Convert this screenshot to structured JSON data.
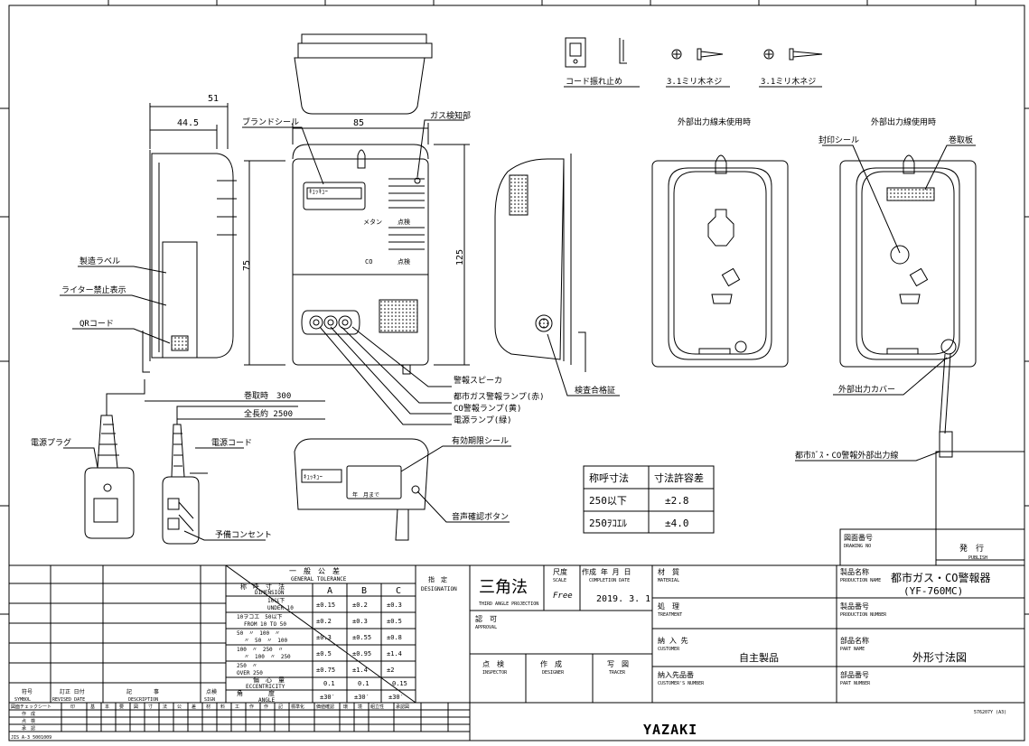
{
  "callouts": {
    "brand_seal": "ブランドシール",
    "gas_detector": "ガス検知部",
    "mfg_label": "製造ラベル",
    "lighter_ban": "ライター禁止表示",
    "qr_code": "QRコード",
    "alarm_speaker": "警報スピーカ",
    "city_gas_lamp": "都市ガス警報ランプ(赤)",
    "co_lamp": "CO警報ランプ(黄)",
    "power_lamp": "電源ランプ(緑)",
    "inspection_cert": "検査合格証",
    "power_cord": "電源コード",
    "power_plug": "電源プラグ",
    "spare_outlet": "予備コンセント",
    "expiry_seal": "有効期限シール",
    "sound_check": "音声確認ボタン",
    "output_cover": "外部出力カバー",
    "output_line": "都市ｶﾞｽ・CO警報外部出力線",
    "seal": "封印シール",
    "reel_plate": "巻取板",
    "methane": "メタン",
    "co": "CO",
    "lit": "点検",
    "reel_len": "巻取時　300",
    "total_len": "全長約 2500"
  },
  "accessories": {
    "cord_stopper": "コード振れ止め",
    "screw1": "3.1ミリ木ネジ",
    "screw2": "3.1ミリ木ネジ"
  },
  "views": {
    "unused": "外部出力線未使用時",
    "used": "外部出力線使用時"
  },
  "dims": {
    "d51": "51",
    "d445": "44.5",
    "d85": "85",
    "d75": "75",
    "d125": "125"
  },
  "product_label": {
    "brand": "ｷｭｯｷｭｰ",
    "exp": "年　月まで"
  },
  "tolerance_small": {
    "h1": "称呼寸法",
    "h2": "寸法許容差",
    "r1c1": "250以下",
    "r1c2": "±2.8",
    "r2c1": "250ｦｺｴﾙ",
    "r2c2": "±4.0"
  },
  "general_tol": {
    "title": "一　般　公　差",
    "title_en": "GENERAL TOLERANCE",
    "dim_jp": "称　呼　寸　法",
    "dim_en": "DIMENSION",
    "col_a": "A",
    "col_b": "B",
    "col_c": "C",
    "rows": [
      {
        "l1": "10以下",
        "l2": "UNDER 10",
        "a": "±0.15",
        "b": "±0.2",
        "c": "±0.3"
      },
      {
        "l1": "10ヲコエ　50以下",
        "l2": "FROM 10 TO 50",
        "a": "±0.2",
        "b": "±0.3",
        "c": "±0.5"
      },
      {
        "l1": "50　〃　100　〃",
        "l2": "〃　50　〃　100",
        "a": "±0.3",
        "b": "±0.55",
        "c": "±0.8"
      },
      {
        "l1": "100　〃　250　〃",
        "l2": "〃　100　〃　250",
        "a": "±0.5",
        "b": "±0.95",
        "c": "±1.4"
      },
      {
        "l1": "250　〃",
        "l2": "OVER 250",
        "a": "±0.75",
        "b": "±1.4",
        "c": "±2"
      }
    ],
    "ecc_jp": "偏　心　量",
    "ecc_en": "ECCENTRICITY",
    "ecc_a": "0.1",
    "ecc_b": "0.1",
    "ecc_c": "0.15",
    "ang_jp": "角　　　　度",
    "ang_en": "ANGLE",
    "ang_a": "±30′",
    "ang_b": "±30′",
    "ang_c": "±30′",
    "desig_jp": "指　定",
    "desig_en": "DESIGNATION"
  },
  "rev_footer": {
    "no": "符号",
    "no_en": "SYMBOL",
    "date": "訂正 日付",
    "date_en": "REVISED DATE",
    "desc": "記　　　　事",
    "desc_en": "DESCRIPTION",
    "sign": "点検",
    "sign_en": "SIGN"
  },
  "check_sheet": {
    "r1": [
      "図面チェックシート",
      "印",
      "基",
      "本",
      "要",
      "図",
      "寸",
      "法",
      "公",
      "差",
      "材",
      "料",
      "工",
      "作",
      "作",
      "記",
      "標準化",
      "価値確認",
      "環",
      "境",
      "組立性",
      "承認図"
    ],
    "r2": "作　成",
    "r3": "点　検",
    "r4": "承　認",
    "jis": "JIS A-3 5001009"
  },
  "title_block": {
    "third_angle": "三角法",
    "third_angle_en": "THIRD ANGLE PROJECTION",
    "scale": "尺度",
    "scale_en": "SCALE",
    "scale_val": "Free",
    "made": "作成 年 月 日",
    "made_en": "COMPLETION DATE",
    "made_val": "2019. 3. 1",
    "approval": "認　可",
    "approval_en": "APPROVAL",
    "inspector": "点　検",
    "inspector_en": "INSPECTOR",
    "designer": "作　成",
    "designer_en": "DESIGNER",
    "tracer": "写　図",
    "tracer_en": "TRACER",
    "material": "材　質",
    "material_en": "MATERIAL",
    "treatment": "処　理",
    "treatment_en": "TREATMENT",
    "customer": "納 入 先",
    "customer_en": "CUSTOMER",
    "customer_val": "自主製品",
    "cust_part": "納入先品番",
    "cust_part_en": "CUSTOMER'S NUMBER",
    "prod_name": "製品名称",
    "prod_name_en": "PRODUCTION NAME",
    "prod_name_val": "都市ガス・CO警報器",
    "prod_model": "(YF-760MC)",
    "prod_no": "製品番号",
    "prod_no_en": "PRODUCTION NUMBER",
    "part_name": "部品名称",
    "part_name_en": "PART NAME",
    "part_name_val": "外形寸法図",
    "part_no": "部品番号",
    "part_no_en": "PART NUMBER",
    "drawing_no": "図面番号",
    "drawing_no_en": "DRAWING NO",
    "publish": "発　行",
    "publish_en": "PUBLISH",
    "code": "576207Y (A3)"
  },
  "logo": "YAZAKI"
}
